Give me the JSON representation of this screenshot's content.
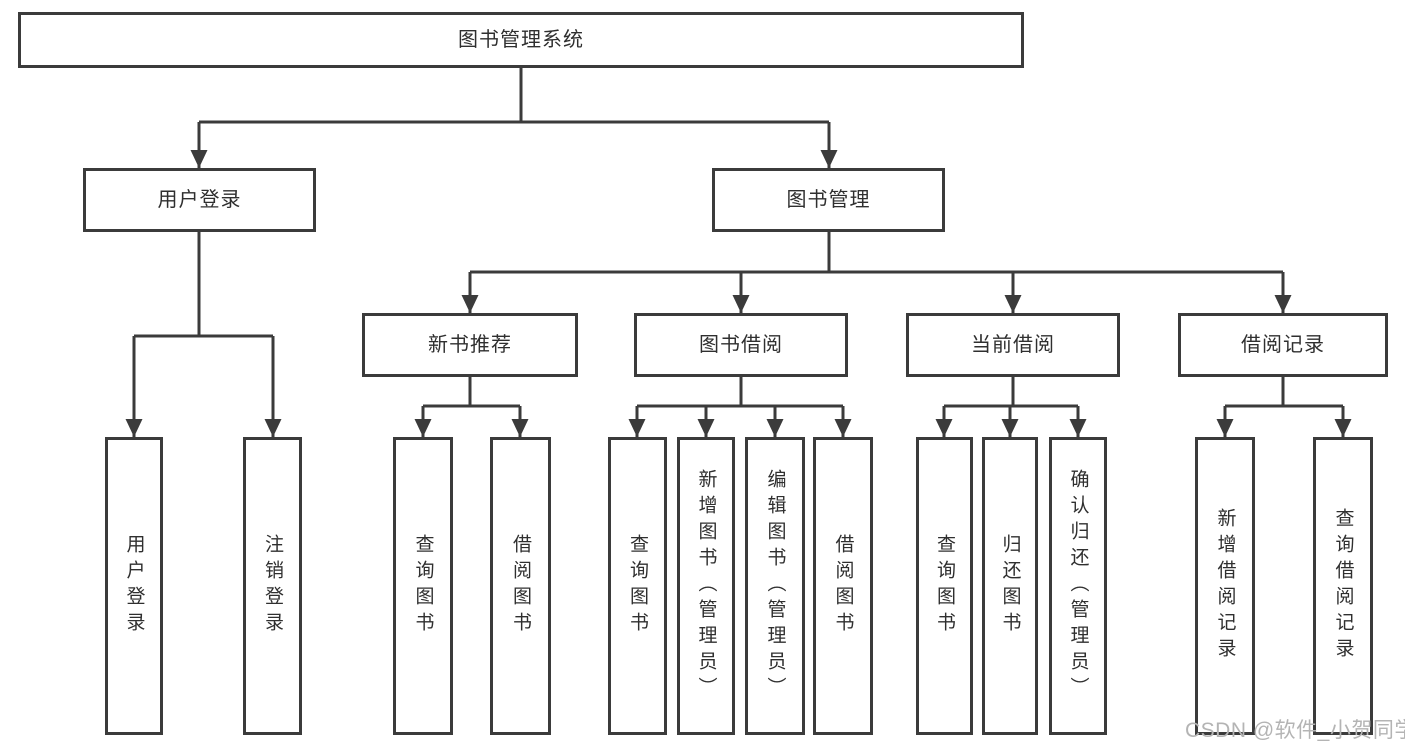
{
  "diagram": {
    "title": "图书管理系统",
    "level2": {
      "user_login": "用户登录",
      "book_management": "图书管理"
    },
    "level3": {
      "new_book_recommend": "新书推荐",
      "book_borrow": "图书借阅",
      "current_borrow": "当前借阅",
      "borrow_records": "借阅记录"
    },
    "leaves": {
      "user": [
        "用户登录",
        "注销登录"
      ],
      "recommend": [
        "查询图书",
        "借阅图书"
      ],
      "borrow": [
        "查询图书",
        "新增图书（管理员）",
        "编辑图书（管理员）",
        "借阅图书"
      ],
      "current": [
        "查询图书",
        "归还图书",
        "确认归还（管理员）"
      ],
      "records": [
        "新增借阅记录",
        "查询借阅记录"
      ]
    },
    "colors": {
      "line": "#3b3b3b",
      "text": "#2f2f2f",
      "watermark": "#b4b4b4",
      "background": "#ffffff"
    }
  },
  "watermark": {
    "text": "CSDN @软件_小贺同学"
  }
}
